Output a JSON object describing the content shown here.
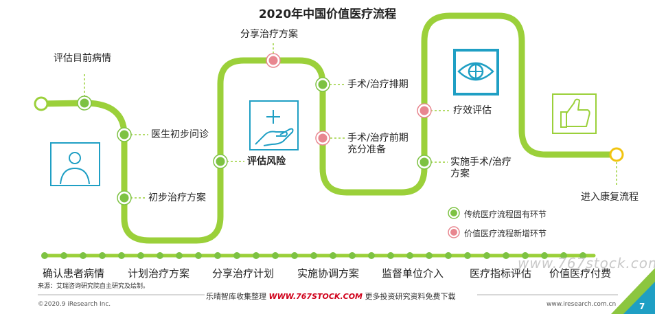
{
  "title": "2020年中国价值医疗流程",
  "flow_nodes": [
    {
      "label": "评估目前病情",
      "type": "traditional"
    },
    {
      "label": "医生初步问诊",
      "type": "traditional"
    },
    {
      "label": "初步治疗方案",
      "type": "traditional"
    },
    {
      "label": "评估风险",
      "type": "traditional"
    },
    {
      "label": "分享治疗方案",
      "type": "new"
    },
    {
      "label": "手术/治疗排期",
      "type": "traditional"
    },
    {
      "label": "手术/治疗前期\n充分准备",
      "type": "new"
    },
    {
      "label": "实施手术/治疗\n方案",
      "type": "traditional"
    },
    {
      "label": "疗效评估",
      "type": "new"
    },
    {
      "label": "进入康复流程",
      "type": "end"
    }
  ],
  "legend": [
    {
      "label": "传统医疗流程固有环节",
      "color": "#8cc63f"
    },
    {
      "label": "价值医疗流程新增环节",
      "color": "#e8868f"
    }
  ],
  "stages": [
    "确认患者病情",
    "计划治疗方案",
    "分享治疗计划",
    "实施协调方案",
    "监督单位介入",
    "医疗指标评估",
    "价值医疗付费"
  ],
  "source": "来源：艾瑞咨询研究院自主研究及绘制。",
  "footer": {
    "left": "乐晴智库收集整理",
    "site": "WWW.767STOCK.COM",
    "right": "更多投资研究资料免费下载"
  },
  "copyright": "©2020.9 iResearch Inc.",
  "website": "www.iresearch.com.cn",
  "watermark": "www.767stock.com",
  "page_number": "7",
  "icons": [
    "person-icon",
    "hand-plus-icon",
    "eye-icon",
    "thumbs-up-icon"
  ],
  "colors": {
    "path": "#9bd03a",
    "node_green": "#7dc242",
    "node_pink": "#e8868f",
    "icon_blue": "#1f9fc4",
    "icon_green": "#9bd03a"
  }
}
